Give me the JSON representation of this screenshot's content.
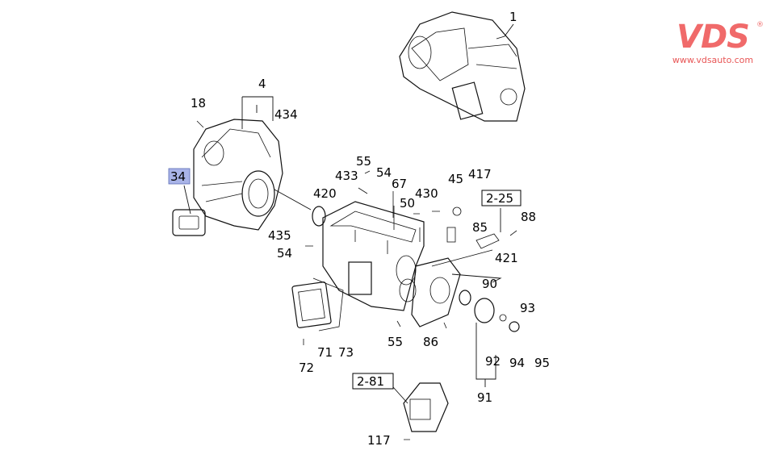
{
  "logo": {
    "brand": "VDS",
    "registered": "®",
    "url": "www.vdsauto.com",
    "color": "#f06a6a"
  },
  "labels": [
    "1",
    "4",
    "18",
    "434",
    "34",
    "55",
    "433",
    "54",
    "67",
    "420",
    "430",
    "50",
    "45",
    "417",
    "88",
    "85",
    "435",
    "54",
    "421",
    "90",
    "93",
    "71",
    "73",
    "55",
    "86",
    "92",
    "94",
    "95",
    "72",
    "91",
    "117"
  ],
  "references": [
    "2-25",
    "2-81"
  ],
  "highlight_color": "#a9b4e8"
}
